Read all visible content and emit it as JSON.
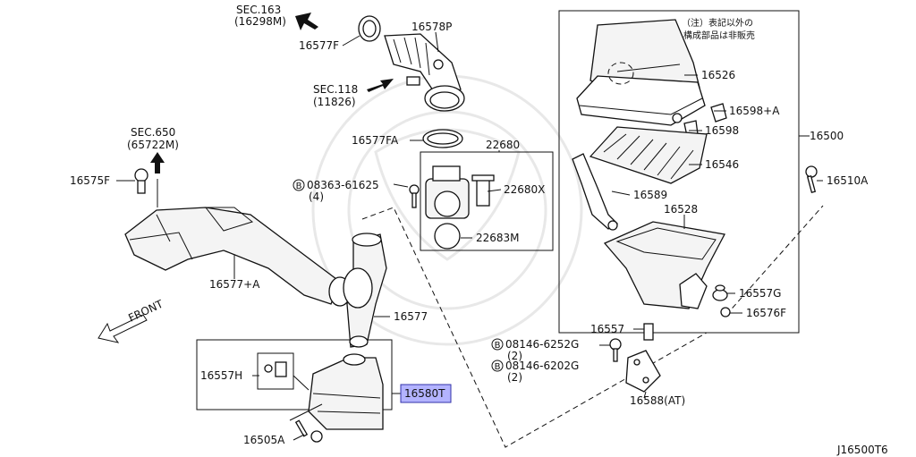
{
  "note": {
    "line1": "（注）表記以外の",
    "line2": "構成部品は非販売"
  },
  "diagram_id": "J16500T6",
  "highlight_color": "#b3b3ff",
  "labels": {
    "sec163": "SEC.163",
    "sec163_ref": "(16298M)",
    "p16577F": "16577F",
    "p16578P": "16578P",
    "sec118": "SEC.118",
    "sec118_ref": "(11826)",
    "p16577FA": "16577FA",
    "p22680": "22680",
    "sec650": "SEC.650",
    "sec650_ref": "(65722M)",
    "p16575F": "16575F",
    "p08363": "08363-61625",
    "p08363_qty": "(4)",
    "p22680X": "22680X",
    "p22683M": "22683M",
    "p16577A": "16577+A",
    "front": "FRONT",
    "p16577": "16577",
    "p16557H": "16557H",
    "p16580T": "16580T",
    "p16505A": "16505A",
    "p16526": "16526",
    "p16598A": "16598+A",
    "p16598": "16598",
    "p16500": "16500",
    "p16546": "16546",
    "p16510A": "16510A",
    "p16589": "16589",
    "p16528": "16528",
    "p16557G": "16557G",
    "p16576F": "16576F",
    "p16557": "16557",
    "p08146a": "08146-6252G",
    "p08146a_qty": "(2)",
    "p08146b": "08146-6202G",
    "p08146b_qty": "(2)",
    "p16588": "16588(AT)",
    "bolt_symbol": "B"
  }
}
